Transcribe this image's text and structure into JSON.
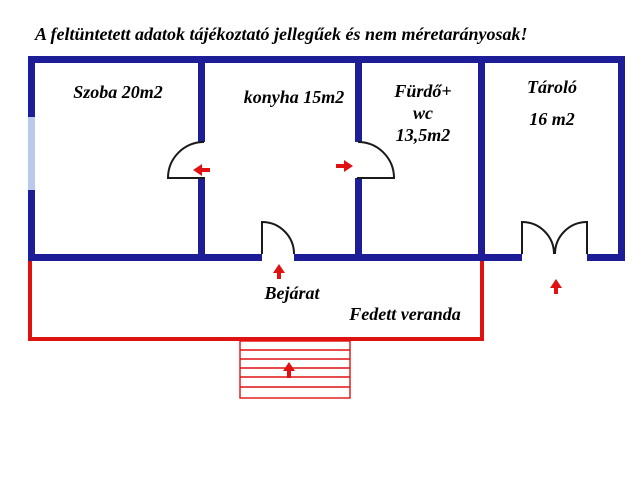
{
  "disclaimer": "A feltüntetett adatok tájékoztató jellegűek és nem méretarányosak!",
  "rooms": {
    "szoba": {
      "label": "Szoba 20m2"
    },
    "konyha": {
      "label": "konyha 15m2"
    },
    "furdo": {
      "line1": "Fürdő+",
      "line2": "wc",
      "line3": "13,5m2"
    },
    "tarolo": {
      "line1": "Tároló",
      "line2": "16 m2"
    }
  },
  "labels": {
    "entrance": "Bejárat",
    "veranda": "Fedett veranda"
  },
  "icons": {
    "szoba_door_arrow": "arrow-left",
    "furdo_door_arrow": "arrow-right",
    "entrance_arrow": "arrow-up",
    "storage_door_arrow": "arrow-up",
    "stairs_arrow": "arrow-up"
  },
  "colors": {
    "wall": "#1d1d97",
    "window": "#b9c9e9",
    "veranda": "#e01111",
    "arrow": "#e01111",
    "door": "#1a1a1a",
    "text": "#000000",
    "background": "#ffffff"
  }
}
